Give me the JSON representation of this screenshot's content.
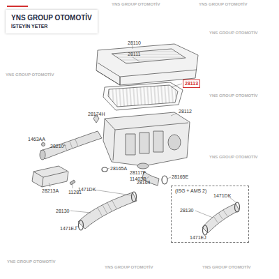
{
  "diagram": {
    "nodes": [
      {
        "text": [
          "YNS GROUP OTOMOTİV",
          "İSTEYİN YETER"
        ]
      },
      {
        "text": [
          "28113"
        ]
      },
      {
        "text": [
          "(ISG + AMS 2)"
        ]
      }
    ],
    "labels": [
      "28110",
      "28111",
      "28174H",
      "28112",
      "1463AA",
      "28210",
      "28213A",
      "11281",
      "28165A",
      "28117F",
      "11403B",
      "28164",
      "28165E",
      "1471DK",
      "28130",
      "1471EJ",
      "1471DK",
      "28130",
      "1471EJ",
      "YNS GROUP OTOMOTİV",
      "YNS GROUP OTOMOTİV",
      "YNS GROUP OTOMOTİV",
      "YNS GROUP OTOMOTİV",
      "YNS GROUP OTOMOTİV",
      "YNS GROUP OTOMOTİV",
      "YNS GROUP OTOMOTİV",
      "YNS GROUP OTOMOTİV",
      "YNS GROUP OTOMOTİV"
    ]
  }
}
